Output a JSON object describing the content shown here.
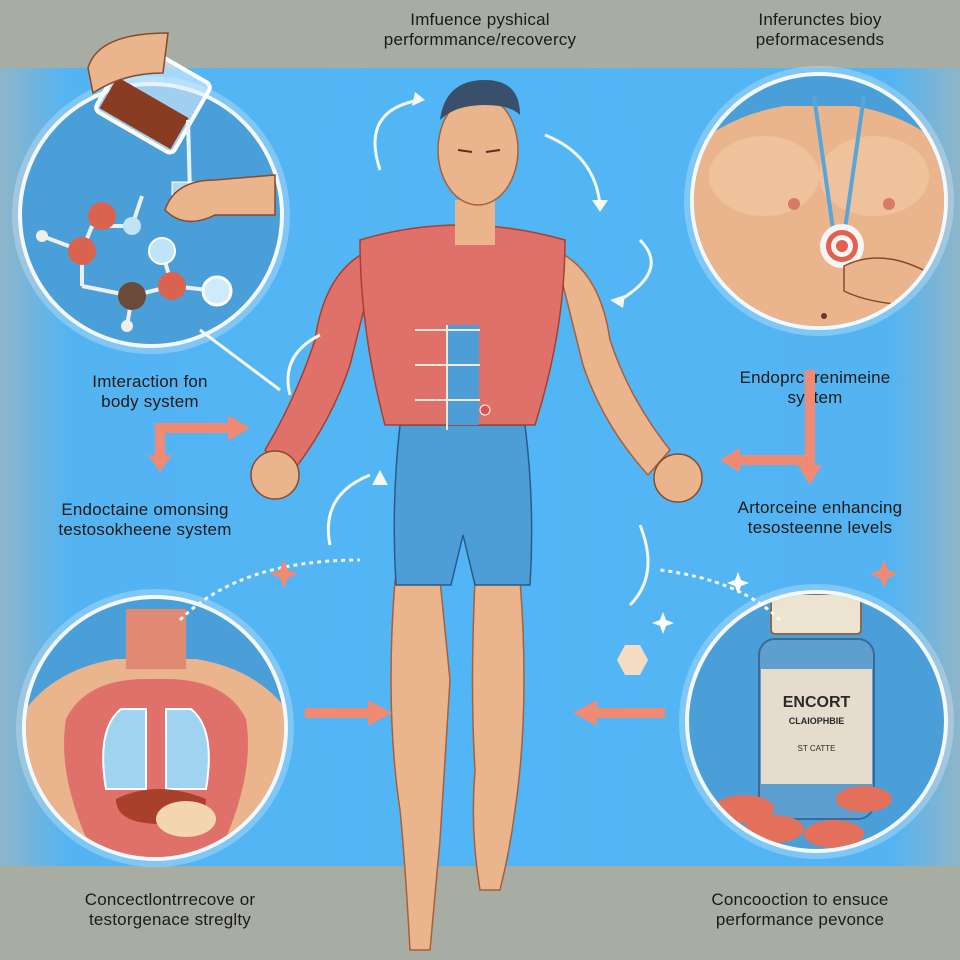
{
  "labels": {
    "top_center": {
      "line1": "Imfuence pyshical",
      "line2": "performmance/recovercy"
    },
    "top_right": {
      "line1": "Inferunctes bioy",
      "line2": "peformacesends"
    },
    "mid_left_upper": {
      "line1": "Imteraction fon",
      "line2": "body system"
    },
    "mid_left_lower": {
      "line1": "Endoctaine omonsing",
      "line2": "testosokheene system"
    },
    "mid_right_upper": {
      "line1": "Endoprcorenimeine",
      "line2": "system"
    },
    "mid_right_lower": {
      "line1": "Artorceine enhancing",
      "line2": "tesosteenne levels"
    },
    "bottom_left": {
      "line1": "Concectlontrrecove or",
      "line2": "testorgenace streglty"
    },
    "bottom_right": {
      "line1": "Concooction to ensuce",
      "line2": "performance pevonce"
    }
  },
  "bottle": {
    "brand": "ENCORT",
    "subtitle": "CLAIOPHBIE",
    "small": "ST CATTE"
  },
  "colors": {
    "background_gray": "#a7ada3",
    "panel_blue": "#52b6f6",
    "circle_blue": "#4a9fd8",
    "accent_coral": "#f08a72",
    "muscle_red": "#e0716a",
    "skin": "#eab48c",
    "shorts_blue": "#4d9dd6",
    "text": "#1e1a18"
  },
  "icons": [
    "molecule-icon",
    "pouring-beaker-icon",
    "target-icon",
    "lungs-icon",
    "pill-bottle-icon",
    "pills-icon",
    "sparkle-icon",
    "arrow-icon"
  ]
}
